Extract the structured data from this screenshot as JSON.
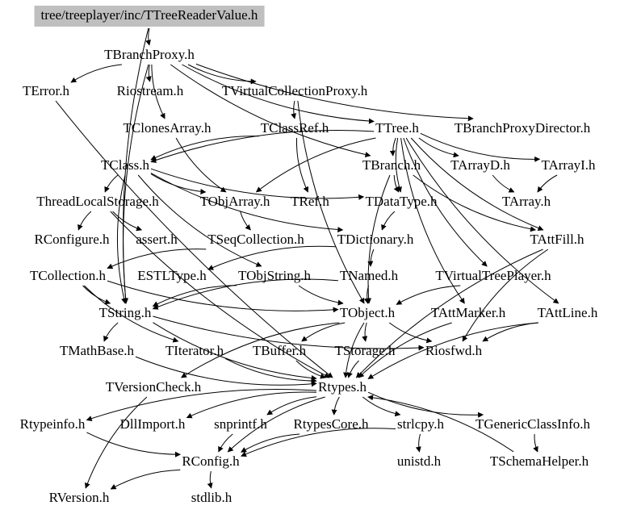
{
  "diagram": {
    "title": "tree/treeplayer/inc/TTreeReaderValue.h",
    "colors": {
      "root_fill": "#bfbfbf",
      "edge": "#000000",
      "text": "#000000",
      "background": "#ffffff"
    },
    "nodes": [
      {
        "id": "root",
        "label": "tree/treeplayer/inc/TTreeReaderValue.h",
        "root": true
      },
      {
        "id": "TBranchProxy",
        "label": "TBranchProxy.h"
      },
      {
        "id": "TError",
        "label": "TError.h"
      },
      {
        "id": "Riostream",
        "label": "Riostream.h"
      },
      {
        "id": "TVirtualCollectionProxy",
        "label": "TVirtualCollectionProxy.h"
      },
      {
        "id": "TClonesArray",
        "label": "TClonesArray.h"
      },
      {
        "id": "TClassRef",
        "label": "TClassRef.h"
      },
      {
        "id": "TTree",
        "label": "TTree.h"
      },
      {
        "id": "TBranchProxyDirector",
        "label": "TBranchProxyDirector.h"
      },
      {
        "id": "TClass",
        "label": "TClass.h"
      },
      {
        "id": "TBranch",
        "label": "TBranch.h"
      },
      {
        "id": "TArrayD",
        "label": "TArrayD.h"
      },
      {
        "id": "TArrayI",
        "label": "TArrayI.h"
      },
      {
        "id": "ThreadLocalStorage",
        "label": "ThreadLocalStorage.h"
      },
      {
        "id": "TObjArray",
        "label": "TObjArray.h"
      },
      {
        "id": "TRef",
        "label": "TRef.h"
      },
      {
        "id": "TDataType",
        "label": "TDataType.h"
      },
      {
        "id": "TArray",
        "label": "TArray.h"
      },
      {
        "id": "RConfigure",
        "label": "RConfigure.h"
      },
      {
        "id": "assert",
        "label": "assert.h"
      },
      {
        "id": "TSeqCollection",
        "label": "TSeqCollection.h"
      },
      {
        "id": "TDictionary",
        "label": "TDictionary.h"
      },
      {
        "id": "TAttFill",
        "label": "TAttFill.h"
      },
      {
        "id": "TCollection",
        "label": "TCollection.h"
      },
      {
        "id": "ESTLType",
        "label": "ESTLType.h"
      },
      {
        "id": "TObjString",
        "label": "TObjString.h"
      },
      {
        "id": "TNamed",
        "label": "TNamed.h"
      },
      {
        "id": "TVirtualTreePlayer",
        "label": "TVirtualTreePlayer.h"
      },
      {
        "id": "TString",
        "label": "TString.h"
      },
      {
        "id": "TObject",
        "label": "TObject.h"
      },
      {
        "id": "TAttMarker",
        "label": "TAttMarker.h"
      },
      {
        "id": "TAttLine",
        "label": "TAttLine.h"
      },
      {
        "id": "TMathBase",
        "label": "TMathBase.h"
      },
      {
        "id": "TIterator",
        "label": "TIterator.h"
      },
      {
        "id": "TBuffer",
        "label": "TBuffer.h"
      },
      {
        "id": "TStorage",
        "label": "TStorage.h"
      },
      {
        "id": "Riosfwd",
        "label": "Riosfwd.h"
      },
      {
        "id": "TVersionCheck",
        "label": "TVersionCheck.h"
      },
      {
        "id": "Rtypes",
        "label": "Rtypes.h"
      },
      {
        "id": "Rtypeinfo",
        "label": "Rtypeinfo.h"
      },
      {
        "id": "DllImport",
        "label": "DllImport.h"
      },
      {
        "id": "snprintf",
        "label": "snprintf.h"
      },
      {
        "id": "RtypesCore",
        "label": "RtypesCore.h"
      },
      {
        "id": "strlcpy",
        "label": "strlcpy.h"
      },
      {
        "id": "TGenericClassInfo",
        "label": "TGenericClassInfo.h"
      },
      {
        "id": "RConfig",
        "label": "RConfig.h"
      },
      {
        "id": "unistd",
        "label": "unistd.h"
      },
      {
        "id": "TSchemaHelper",
        "label": "TSchemaHelper.h"
      },
      {
        "id": "RVersion",
        "label": "RVersion.h"
      },
      {
        "id": "stdlib",
        "label": "stdlib.h"
      }
    ],
    "edges": [
      [
        "root",
        "TBranchProxy"
      ],
      [
        "root",
        "TString"
      ],
      [
        "TBranchProxy",
        "TError"
      ],
      [
        "TBranchProxy",
        "Riostream"
      ],
      [
        "TBranchProxy",
        "TVirtualCollectionProxy"
      ],
      [
        "TBranchProxy",
        "TClonesArray"
      ],
      [
        "TBranchProxy",
        "TTree"
      ],
      [
        "TBranchProxy",
        "TBranchProxyDirector"
      ],
      [
        "TBranchProxy",
        "TBranch"
      ],
      [
        "TBranchProxy",
        "TString"
      ],
      [
        "TVirtualCollectionProxy",
        "TClassRef"
      ],
      [
        "TVirtualCollectionProxy",
        "TObject"
      ],
      [
        "TClonesArray",
        "TObjArray"
      ],
      [
        "TClassRef",
        "TClass"
      ],
      [
        "TClassRef",
        "TRef"
      ],
      [
        "TTree",
        "TBranch"
      ],
      [
        "TTree",
        "TArrayD"
      ],
      [
        "TTree",
        "TArrayI"
      ],
      [
        "TTree",
        "TClass"
      ],
      [
        "TTree",
        "TDataType"
      ],
      [
        "TTree",
        "TObjArray"
      ],
      [
        "TTree",
        "TAttFill"
      ],
      [
        "TTree",
        "TAttLine"
      ],
      [
        "TTree",
        "TAttMarker"
      ],
      [
        "TTree",
        "TVirtualTreePlayer"
      ],
      [
        "TClass",
        "ThreadLocalStorage"
      ],
      [
        "TClass",
        "TObjArray"
      ],
      [
        "TClass",
        "TDataType"
      ],
      [
        "TClass",
        "TDictionary"
      ],
      [
        "TClass",
        "TObjString"
      ],
      [
        "TClass",
        "TString"
      ],
      [
        "TBranch",
        "TDataType"
      ],
      [
        "TBranch",
        "TAttFill"
      ],
      [
        "TBranch",
        "TObject"
      ],
      [
        "TArrayD",
        "TArray"
      ],
      [
        "TArrayI",
        "TArray"
      ],
      [
        "ThreadLocalStorage",
        "RConfigure"
      ],
      [
        "ThreadLocalStorage",
        "assert"
      ],
      [
        "ThreadLocalStorage",
        "Rtypes"
      ],
      [
        "TObjArray",
        "TSeqCollection"
      ],
      [
        "TDataType",
        "TDictionary"
      ],
      [
        "TSeqCollection",
        "TCollection"
      ],
      [
        "TDictionary",
        "TNamed"
      ],
      [
        "TDictionary",
        "ESTLType"
      ],
      [
        "TCollection",
        "TString"
      ],
      [
        "TCollection",
        "TIterator"
      ],
      [
        "TCollection",
        "TObject"
      ],
      [
        "TObjString",
        "TString"
      ],
      [
        "TObjString",
        "TObject"
      ],
      [
        "TNamed",
        "TObject"
      ],
      [
        "TNamed",
        "TString"
      ],
      [
        "TVirtualTreePlayer",
        "TObject"
      ],
      [
        "TAttFill",
        "Riosfwd"
      ],
      [
        "TAttFill",
        "Rtypes"
      ],
      [
        "TAttMarker",
        "Rtypes"
      ],
      [
        "TAttLine",
        "Riosfwd"
      ],
      [
        "TAttLine",
        "Rtypes"
      ],
      [
        "TString",
        "TMathBase"
      ],
      [
        "TString",
        "Riosfwd"
      ],
      [
        "TString",
        "Rtypes"
      ],
      [
        "TObject",
        "TBuffer"
      ],
      [
        "TObject",
        "TStorage"
      ],
      [
        "TObject",
        "Riosfwd"
      ],
      [
        "TObject",
        "TVersionCheck"
      ],
      [
        "TObject",
        "Rtypes"
      ],
      [
        "TBuffer",
        "Rtypes"
      ],
      [
        "TStorage",
        "Rtypes"
      ],
      [
        "TIterator",
        "Rtypes"
      ],
      [
        "TMathBase",
        "Rtypes"
      ],
      [
        "TError",
        "Rtypes"
      ],
      [
        "TVersionCheck",
        "RVersion"
      ],
      [
        "TSchemaHelper",
        "Rtypes"
      ],
      [
        "Rtypes",
        "Rtypeinfo"
      ],
      [
        "Rtypes",
        "DllImport"
      ],
      [
        "Rtypes",
        "snprintf"
      ],
      [
        "Rtypes",
        "RtypesCore"
      ],
      [
        "Rtypes",
        "strlcpy"
      ],
      [
        "Rtypes",
        "TGenericClassInfo"
      ],
      [
        "Rtypes",
        "RConfig"
      ],
      [
        "Rtypeinfo",
        "RConfig"
      ],
      [
        "snprintf",
        "RConfig"
      ],
      [
        "RtypesCore",
        "RConfig"
      ],
      [
        "strlcpy",
        "unistd"
      ],
      [
        "strlcpy",
        "RConfig"
      ],
      [
        "TGenericClassInfo",
        "TSchemaHelper"
      ],
      [
        "RConfig",
        "RVersion"
      ],
      [
        "RConfig",
        "stdlib"
      ]
    ]
  }
}
